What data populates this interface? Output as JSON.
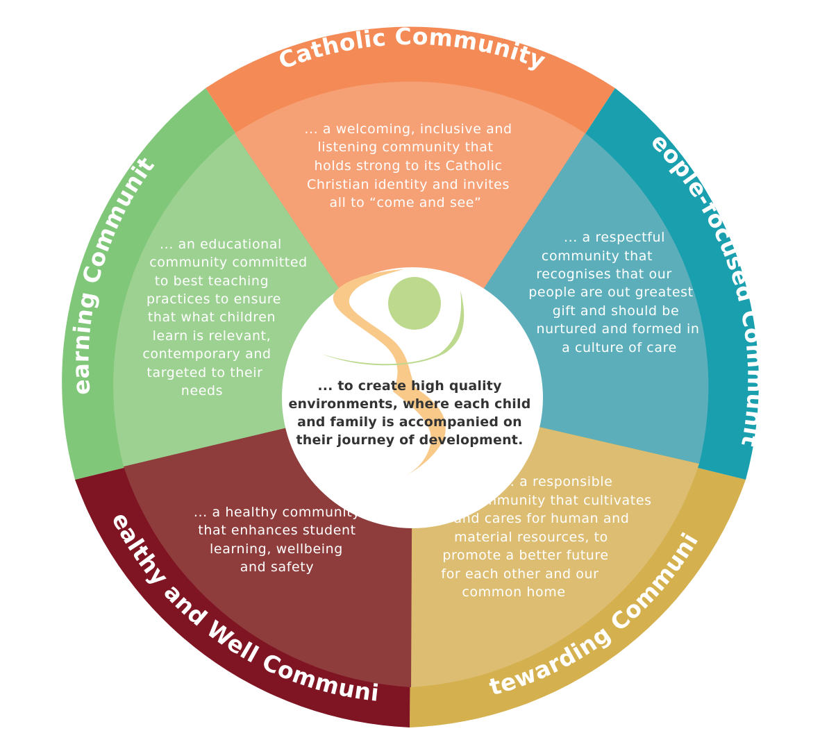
{
  "colors": {
    "catholic": "#f48a56",
    "catholic_inner": "#f6a075",
    "people": "#199fae",
    "people_inner": "#5cafba",
    "stewarding": "#d4b04e",
    "stewarding_inner": "#dcbd72",
    "healthy": "#7f1423",
    "healthy_inner": "#8e3d3c",
    "learning": "#80c77a",
    "learning_inner": "#9dd192",
    "center_text": "#333333",
    "logo_orange": "#f9c98a",
    "logo_green": "#bcd98e"
  },
  "segments": {
    "catholic": {
      "title": "Catholic Community",
      "description": [
        "... a welcoming, inclusive and",
        "listening community that",
        "holds strong to its Catholic",
        "Christian identity and invites",
        "all to “come and see”"
      ]
    },
    "people": {
      "title": "People-focused Community",
      "description": [
        "... a respectful",
        "community that",
        "recognises that our",
        "people are out greatest",
        "gift and should be",
        "nurtured and formed in",
        "a culture of care"
      ]
    },
    "stewarding": {
      "title": "Stewarding Community",
      "description": [
        "... a responsible",
        "community that cultivates",
        "and cares for human and",
        "material resources, to",
        "promote a better future",
        "for each other and our",
        "common home"
      ]
    },
    "healthy": {
      "title": "Healthy and Well  Community",
      "description": [
        "... a healthy community",
        "that enhances student",
        "learning, wellbeing",
        "and safety"
      ]
    },
    "learning": {
      "title": "Learning Community",
      "description": [
        "... an educational",
        "community committed",
        "to best teaching",
        "practices to ensure",
        "that what children",
        "learn is relevant,",
        "contemporary and",
        "targeted to their",
        "needs"
      ]
    }
  },
  "center": {
    "text": [
      "... to create high quality",
      "environments, where each child",
      "and family is accompanied on",
      "their journey of development."
    ]
  }
}
